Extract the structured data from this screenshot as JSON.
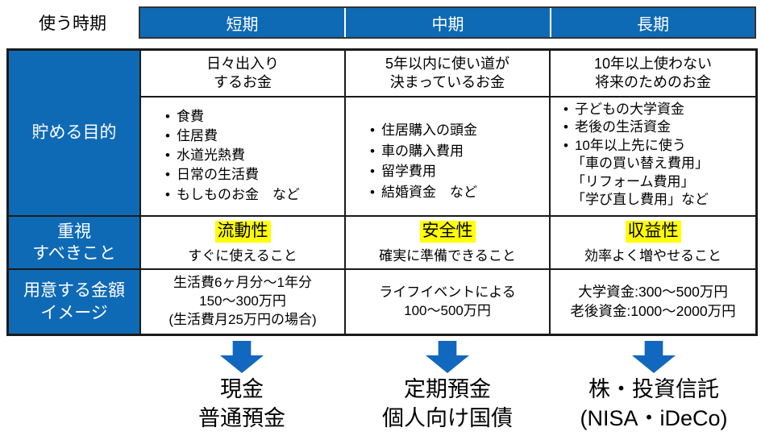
{
  "colors": {
    "primary_blue": "#0F6AB5",
    "arrow_blue": "#1267BE",
    "highlight_yellow": "#FFFF00",
    "grid_black": "#1A1A1A",
    "text_black": "#000000",
    "header_text_white": "#FFFFFF"
  },
  "header": {
    "usage_label": "使う時期",
    "periods": [
      "短期",
      "中期",
      "長期"
    ]
  },
  "table": {
    "purpose_row": {
      "label": "貯める目的",
      "short": {
        "desc_line1": "日々出入り",
        "desc_line2": "するお金",
        "bullets": [
          "食費",
          "住居費",
          "水道光熱費",
          "日常の生活費",
          "もしものお金　など"
        ]
      },
      "mid": {
        "desc_line1": "5年以内に使い道が",
        "desc_line2": "決まっているお金",
        "bullets": [
          "住居購入の頭金",
          "車の購入費用",
          "留学費用",
          "結婚資金　など"
        ]
      },
      "long": {
        "desc_line1": "10年以上使わない",
        "desc_line2": "将来のためのお金",
        "bullets": [
          "子どもの大学資金",
          "老後の生活資金",
          "10年以上先に使う"
        ],
        "continuation": [
          "「車の買い替え費用」",
          "「リフォーム費用」",
          "「学び直し費用」など"
        ]
      }
    },
    "priority_row": {
      "label_line1": "重視",
      "label_line2": "すべきこと",
      "cells": [
        {
          "keyword": "流動性",
          "desc": "すぐに使えること"
        },
        {
          "keyword": "安全性",
          "desc": "確実に準備できること"
        },
        {
          "keyword": "収益性",
          "desc": "効率よく増やせること"
        }
      ]
    },
    "amount_row": {
      "label_line1": "用意する金額",
      "label_line2": "イメージ",
      "short_lines": [
        "生活費6ヶ月分～1年分",
        "150～300万円",
        "(生活費月25万円の場合)"
      ],
      "mid_lines": [
        "ライフイベントによる",
        "100～500万円"
      ],
      "long_lines": [
        "大学資金:300～500万円",
        "老後資金:1000～2000万円"
      ]
    }
  },
  "recommendations": [
    {
      "line1": "現金",
      "line2": "普通預金"
    },
    {
      "line1": "定期預金",
      "line2": "個人向け国債"
    },
    {
      "line1": "株・投資信託",
      "line2": "(NISA・iDeCo)"
    }
  ]
}
